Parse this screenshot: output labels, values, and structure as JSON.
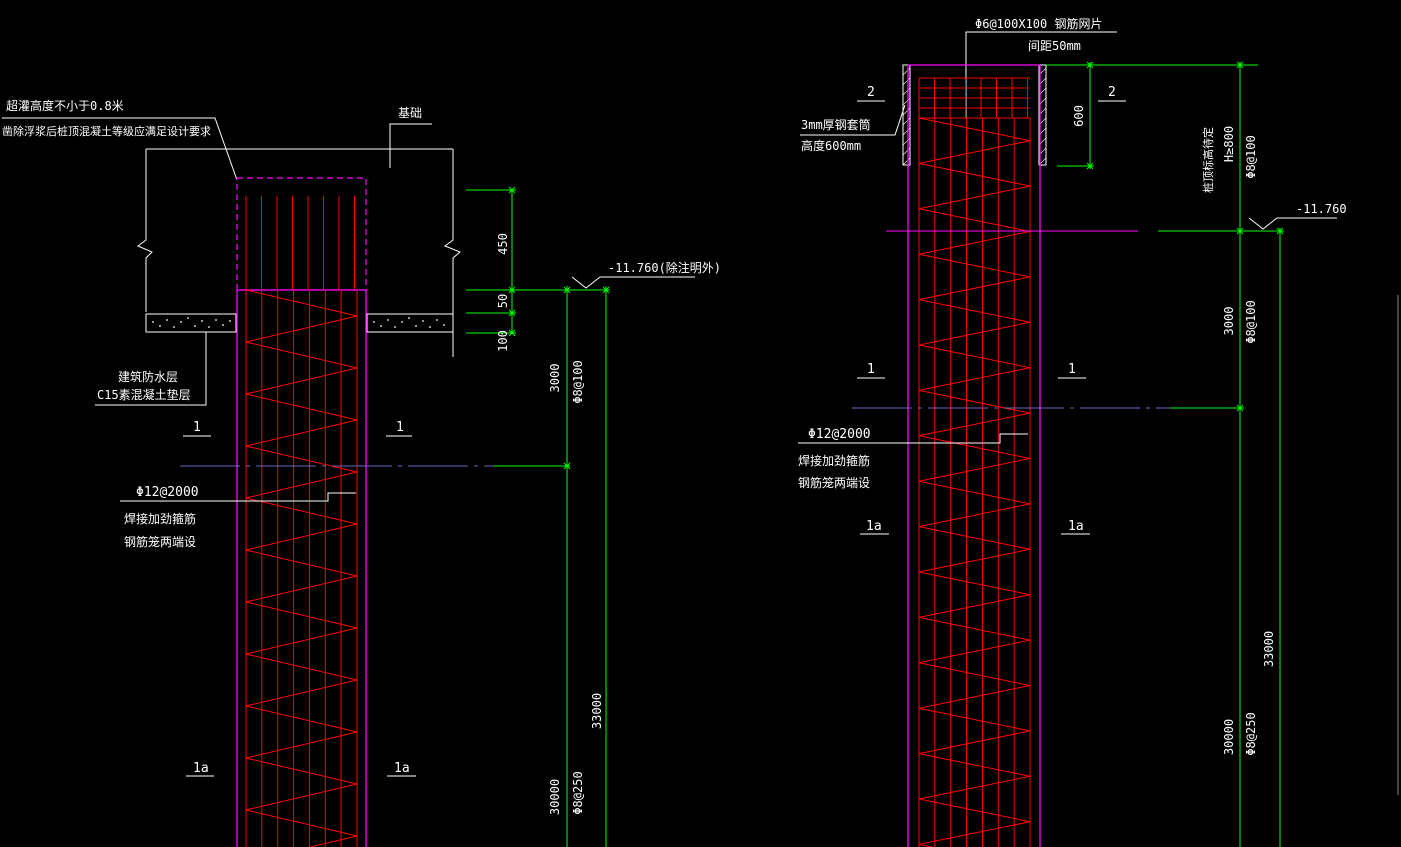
{
  "colors": {
    "background": "#000000",
    "pile_outline": "#ff00ff",
    "rebar": "#ff0000",
    "dimension": "#00ff00",
    "annotation": "#ffffff"
  },
  "left_pile": {
    "note_line1": "超灌高度不小于0.8米",
    "note_line2": "凿除浮浆后桩顶混凝土等级应满足设计要求",
    "foundation_label": "基础",
    "layer_line1": "建筑防水层",
    "layer_line2": "C15素混凝土垫层",
    "section_1": "1",
    "section_1a": "1a",
    "elevation": "-11.760(除注明外)",
    "rebar_callout": "Φ12@2000",
    "rebar_note1": "焊接加劲箍筋",
    "rebar_note2": "钢筋笼两端设",
    "dim_450": "450",
    "dim_50": "50",
    "dim_100": "100",
    "dim_3000": "3000",
    "stirrup_dense": "Φ8@100",
    "dim_33000": "33000",
    "dim_30000": "30000",
    "stirrup_sparse": "Φ8@250"
  },
  "right_pile": {
    "mesh_label": "Φ6@100X100 钢筋网片",
    "mesh_spacing": "间距50mm",
    "sleeve_line1": "3mm厚钢套筒",
    "sleeve_line2": "高度600mm",
    "section_2": "2",
    "section_1": "1",
    "section_1a": "1a",
    "dim_600": "600",
    "top_height_note": "桩顶标高待定",
    "top_height_value": "H≥800",
    "stirrup_top": "Φ8@100",
    "elevation": "-11.760",
    "dim_3000": "3000",
    "stirrup_dense": "Φ8@100",
    "rebar_callout": "Φ12@2000",
    "rebar_note1": "焊接加劲箍筋",
    "rebar_note2": "钢筋笼两端设",
    "dim_33000": "33000",
    "dim_30000": "30000",
    "stirrup_sparse": "Φ8@250"
  }
}
